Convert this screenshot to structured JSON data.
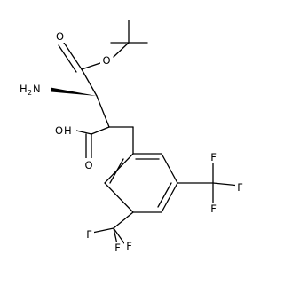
{
  "atoms": {
    "o_carbonyl_ester": "O",
    "o_ester": "O",
    "amine_h": "H",
    "amine_sub": "2",
    "amine_n": "N",
    "acid_o": "O",
    "acid_h": "H",
    "o_carbonyl_acid": "O",
    "f_right_1": "F",
    "f_right_2": "F",
    "f_right_3": "F",
    "f_bottom_1": "F",
    "f_bottom_2": "F",
    "f_bottom_3": "F"
  }
}
